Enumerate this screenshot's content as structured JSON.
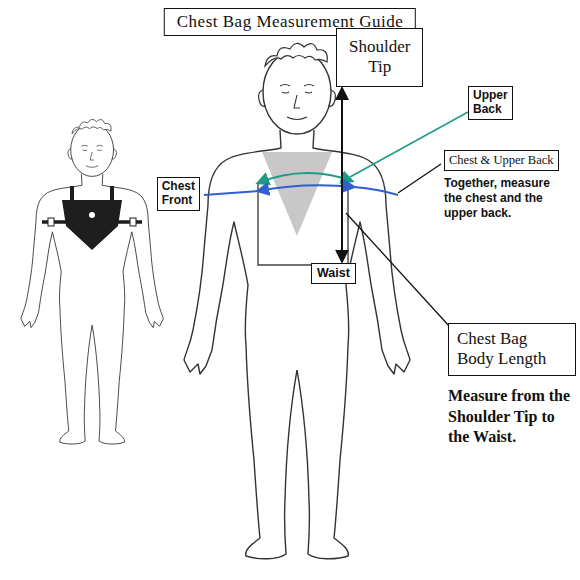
{
  "diagram": {
    "title": "Chest Bag Measurement Guide",
    "nodes": [
      {
        "text": [
          "Shoulder Tip"
        ]
      },
      {
        "text": [
          "Upper Back"
        ]
      },
      {
        "text": [
          "Chest & Upper Back",
          "Together, measure the chest and the upper back."
        ]
      },
      {
        "text": [
          "Chest Front"
        ]
      },
      {
        "text": [
          "Waist"
        ]
      },
      {
        "text": [
          "Chest Bag Body Length",
          "Measure from the Shoulder Tip to the Waist."
        ]
      }
    ],
    "edges": [
      {
        "from": 0,
        "to": 4,
        "arrow": "both"
      }
    ]
  }
}
